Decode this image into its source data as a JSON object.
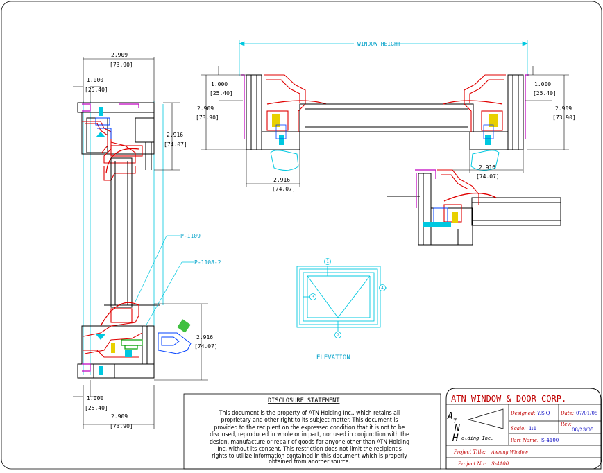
{
  "dimensions": {
    "window_height": "WINDOW HEIGHT",
    "left": {
      "top_overall": "2.909",
      "top_overall_mm": "[73.90]",
      "top_offset": "1.000",
      "top_offset_mm": "[25.40]",
      "top_frame": "2.916",
      "top_frame_mm": "[74.07]",
      "bottom_frame": "2.916",
      "bottom_frame_mm": "[74.07]",
      "bottom_offset": "1.000",
      "bottom_offset_mm": "[25.40]",
      "bottom_overall": "2.909",
      "bottom_overall_mm": "[73.90]"
    },
    "right": {
      "left_offset": "1.000",
      "left_offset_mm": "[25.40]",
      "left_frame": "2.909",
      "left_frame_mm": "[73.90]",
      "left_bottom": "2.916",
      "left_bottom_mm": "[74.07]",
      "right_offset": "1.000",
      "right_offset_mm": "[25.40]",
      "right_frame": "2.909",
      "right_frame_mm": "[73.90]",
      "right_bottom": "2.916",
      "right_bottom_mm": "[74.07]"
    }
  },
  "callouts": {
    "p1109": "P-1109",
    "p11082": "P-1108-2"
  },
  "elevation": {
    "label": "ELEVATION",
    "tag_top": "1",
    "tag_bottom": "2",
    "tag_left": "3",
    "tag_right": "4"
  },
  "disclosure": {
    "heading": "DISCLOSURE STATEMENT",
    "lines": [
      "This document is the property of ATN Holding Inc., which retains all",
      "proprietary and other right to its subject matter.  This document is",
      "provided to the recipient on the expressed condition that it is not to be",
      "disclosed, reproduced in whole or in part, nor used in conjunction with the",
      "design, manufacture or repair of goods for anyone other than ATN Holding",
      "Inc. without its consent.  This restriction does not limit the recipient's",
      "rights to utilize information contained in this document which is properly",
      "obtained from another source."
    ]
  },
  "title_block": {
    "company": "ATN WINDOW & DOOR CORP.",
    "logo_a": "A",
    "logo_t": "T",
    "logo_n": "N",
    "logo_h": "H",
    "logo_text": "olding Inc.",
    "designed_label": "Designed:",
    "designed_value": "Y.S.Q",
    "date_label": "Date:",
    "date_value": "07/01/05",
    "scale_label": "Scale:",
    "scale_value": "1:1",
    "rev_label": "Rev:",
    "rev_value": "08/23/05",
    "part_label": "Part Name:",
    "part_value": "S-4100",
    "project_title_label": "Project Title:",
    "project_title_value": "Awning Window",
    "project_no_label": "Project No:",
    "project_no_value": "S-4100"
  },
  "colors": {
    "red": "#e00000",
    "cyan": "#00c8e0",
    "blue": "#0040ff",
    "green": "#00a000",
    "magenta": "#c000c0",
    "yellow": "#e8d000",
    "lightgreen": "#40c040",
    "black": "#000000"
  }
}
